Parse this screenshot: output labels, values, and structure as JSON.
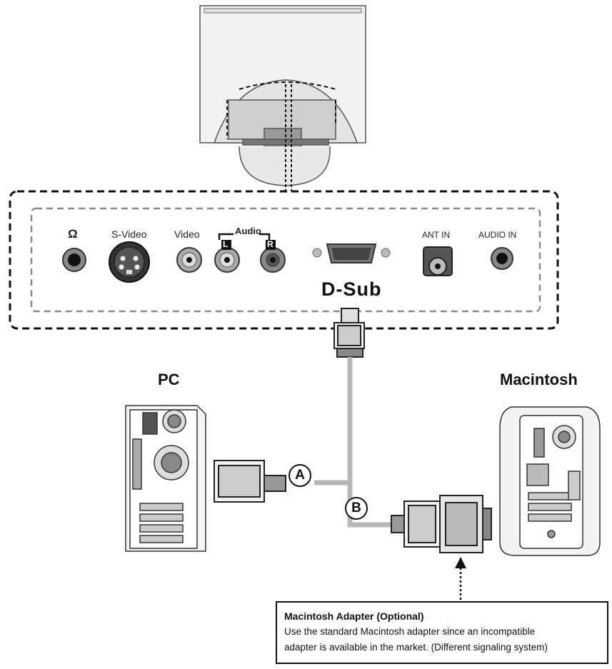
{
  "ports": {
    "headphone_icon": "headphone-icon",
    "svideo": "S-Video",
    "video": "Video",
    "audio": "Audio",
    "audio_l": "L",
    "audio_r": "R",
    "ant_in": "ANT IN",
    "audio_in": "AUDIO IN",
    "dsub": "D-Sub"
  },
  "devices": {
    "pc": "PC",
    "mac": "Macintosh"
  },
  "cables": {
    "a": "A",
    "b": "B"
  },
  "note": {
    "title": "Macintosh Adapter (Optional)",
    "line1": "Use the standard Macintosh adapter since an incompatible",
    "line2": "adapter is available in the market. (Different signaling system)"
  }
}
